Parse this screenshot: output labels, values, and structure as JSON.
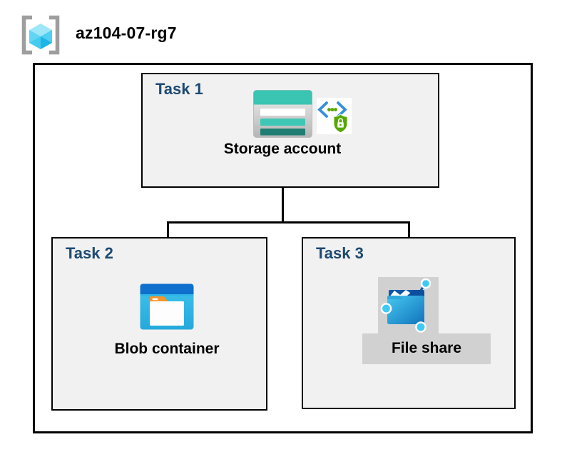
{
  "header": {
    "resource_group_name": "az104-07-rg7",
    "icon": "resource-group-icon"
  },
  "tasks": [
    {
      "label": "Task 1",
      "item": "Storage account",
      "icons": [
        "storage-account-icon",
        "shared-access-signature-icon"
      ]
    },
    {
      "label": "Task 2",
      "item": "Blob container",
      "icons": [
        "blob-container-icon"
      ]
    },
    {
      "label": "Task 3",
      "item": "File share",
      "icons": [
        "file-share-icon"
      ]
    }
  ],
  "connectors": [
    {
      "from": "Storage account",
      "to": "Blob container"
    },
    {
      "from": "Storage account",
      "to": "File share"
    }
  ],
  "colors": {
    "background": "#ffffff",
    "box_fill": "#f1f1f1",
    "box_border": "#000000",
    "task_label_navy": "#1d4a72",
    "item_label_black": "#000000",
    "bracket_gray": "#9e9e9e",
    "cube_cyan_light": "#9fe7f8",
    "cube_cyan": "#3fc8ef",
    "storage_teal": "#39c5b2",
    "storage_teal_dark": "#1e7e73",
    "sas_bracket_blue": "#3390d9",
    "sas_green": "#56a700",
    "blob_bar_blue": "#0f70cd",
    "blob_body_cyan": "#35bce8",
    "blob_tab_orange": "#f5952b",
    "fileshare_dark_blue": "#0d57a8",
    "fileshare_node_cyan": "#3fc9f6",
    "gray_patch": "#d1d1d1"
  }
}
